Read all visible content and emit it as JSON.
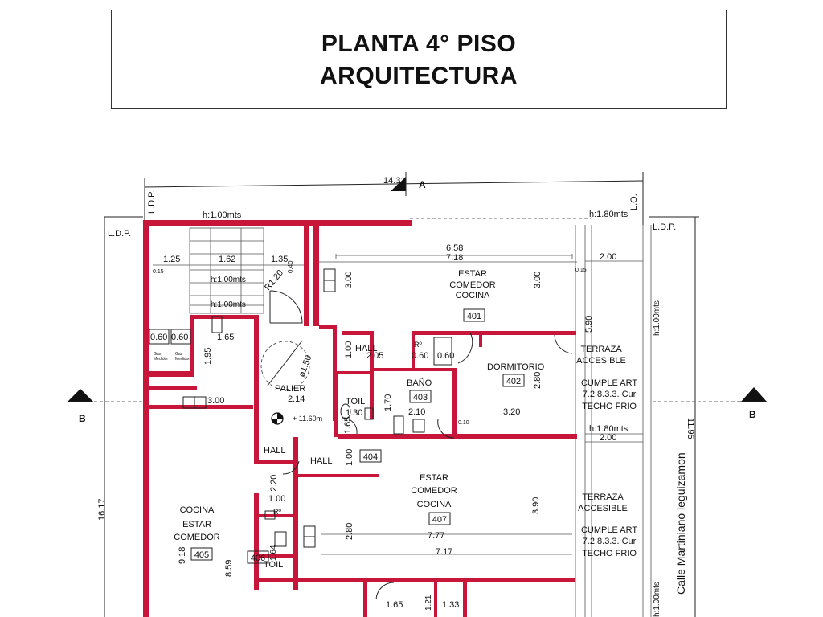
{
  "title": {
    "line1": "PLANTA 4° PISO",
    "line2": "ARQUITECTURA"
  },
  "street": "Calle Martiniano leguizamon",
  "marks": {
    "ldp": "L.D.P.",
    "lo": "L.O.",
    "section_a": "A",
    "section_b": "B"
  },
  "units": [
    {
      "id": "401",
      "name": [
        "ESTAR",
        "COMEDOR",
        "COCINA"
      ]
    },
    {
      "id": "402",
      "name": [
        "DORMITORIO"
      ]
    },
    {
      "id": "403",
      "name": [
        "BAÑO"
      ]
    },
    {
      "id": "404",
      "name": [
        "HALL"
      ]
    },
    {
      "id": "405",
      "name": [
        "COCINA",
        "ESTAR",
        "COMEDOR"
      ]
    },
    {
      "id": "406",
      "name": [
        "TOIL"
      ]
    },
    {
      "id": "407",
      "name": [
        "ESTAR",
        "COMEDOR",
        "COCINA"
      ]
    }
  ],
  "labels": {
    "palier": "PALIER",
    "hall": "HALL",
    "toil": "TOIL",
    "r": "Rº",
    "terraza": [
      "TERRAZA",
      "ACCESIBLE"
    ],
    "cumple": [
      "CUMPLE ART",
      "7.2.8.3.3. Cur",
      "TECHO FRIO"
    ],
    "level": "+ 11.60m",
    "tanks": [
      "Gas",
      "Medidor",
      "Gas",
      "Medidor"
    ]
  },
  "dimensions": {
    "overall_width": "14.31",
    "overall_depth": "16.17",
    "right_depth": "11.95",
    "h_top": "h:1.00mts",
    "h_right_top": "h:1.80mts",
    "h_right_mid": "h:1.80mts",
    "h_right_side": "h:1.00mts",
    "h_right_bottom": "h:1.00mts",
    "h_stair1": "h:1.00mts",
    "h_stair2": "h:1.00mts",
    "d_1_25": "1.25",
    "d_1_62": "1.62",
    "d_1_35": "1.35",
    "d_6_58": "6.58",
    "d_7_18": "7.18",
    "d_2_00a": "2.00",
    "d_2_00b": "2.00",
    "d_3_00a": "3.00",
    "d_3_00b": "3.00",
    "d_3_00c": "3.00",
    "d_r1_20": "R1.20",
    "d_0_60a": "0.60",
    "d_0_60b": "0.60",
    "d_1_65": "1.65",
    "d_1_95": "1.95",
    "d_1_50": "ø1.50",
    "d_2_14": "2.14",
    "d_1_00a": "1.00",
    "d_2_05": "2.05",
    "d_0_60c": "0.60",
    "d_0_60d": "0.60",
    "d_1_70": "1.70",
    "d_1_30": "1.30",
    "d_2_10": "2.10",
    "d_1_65b": "1.65",
    "d_5_90": "5.90",
    "d_2_80a": "2.80",
    "d_3_20": "3.20",
    "d_1_00b": "1.00",
    "d_2_20": "2.20",
    "d_1_00c": "1.00",
    "d_2_80b": "2.80",
    "d_3_90": "3.90",
    "d_7_77": "7.77",
    "d_7_17": "7.17",
    "d_9_18": "9.18",
    "d_8_59": "8.59",
    "d_1_64": "1.64",
    "d_1_65c": "1.65",
    "d_1_21": "1.21",
    "d_1_33": "1.33",
    "d_0_15": "0.15",
    "d_0_10": "0.10",
    "d_0_40": "0.40",
    "d_0_15b": "0.15"
  }
}
